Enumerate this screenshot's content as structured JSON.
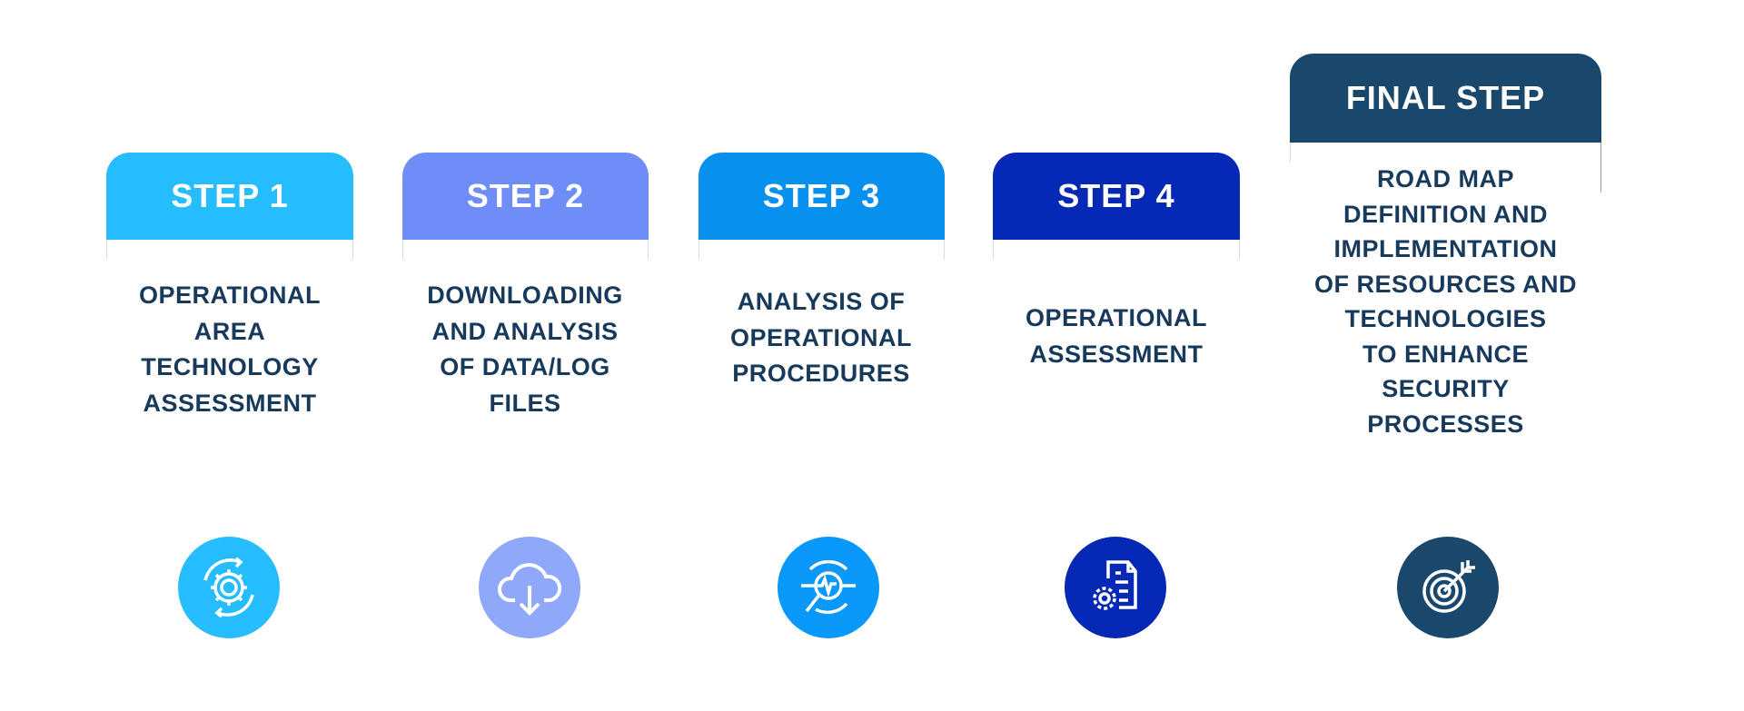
{
  "steps": [
    {
      "title": "STEP 1",
      "description": "OPERATIONAL\nAREA\nTECHNOLOGY\nASSESSMENT",
      "icon": "gear-cycle-icon",
      "color": "#25BDFD",
      "icon_color": "#25BDFD"
    },
    {
      "title": "STEP 2",
      "description": "DOWNLOADING\nAND ANALYSIS\nOF DATA/LOG\nFILES",
      "icon": "cloud-download-icon",
      "color": "#6F8DF7",
      "icon_color": "#8FA8FA"
    },
    {
      "title": "STEP 3",
      "description": "ANALYSIS OF\nOPERATIONAL\nPROCEDURES",
      "icon": "magnifier-pulse-icon",
      "color": "#0890EE",
      "icon_color": "#0A99FA"
    },
    {
      "title": "STEP 4",
      "description": "OPERATIONAL\nASSESSMENT",
      "icon": "document-gear-icon",
      "color": "#0529B5",
      "icon_color": "#0529B5"
    },
    {
      "title": "FINAL STEP",
      "description": "ROAD MAP\nDEFINITION AND\nIMPLEMENTATION\nOF RESOURCES AND\nTECHNOLOGIES\nTO ENHANCE\nSECURITY\nPROCESSES",
      "icon": "target-arrow-icon",
      "color": "#1A476C",
      "icon_color": "#1A476C"
    }
  ]
}
